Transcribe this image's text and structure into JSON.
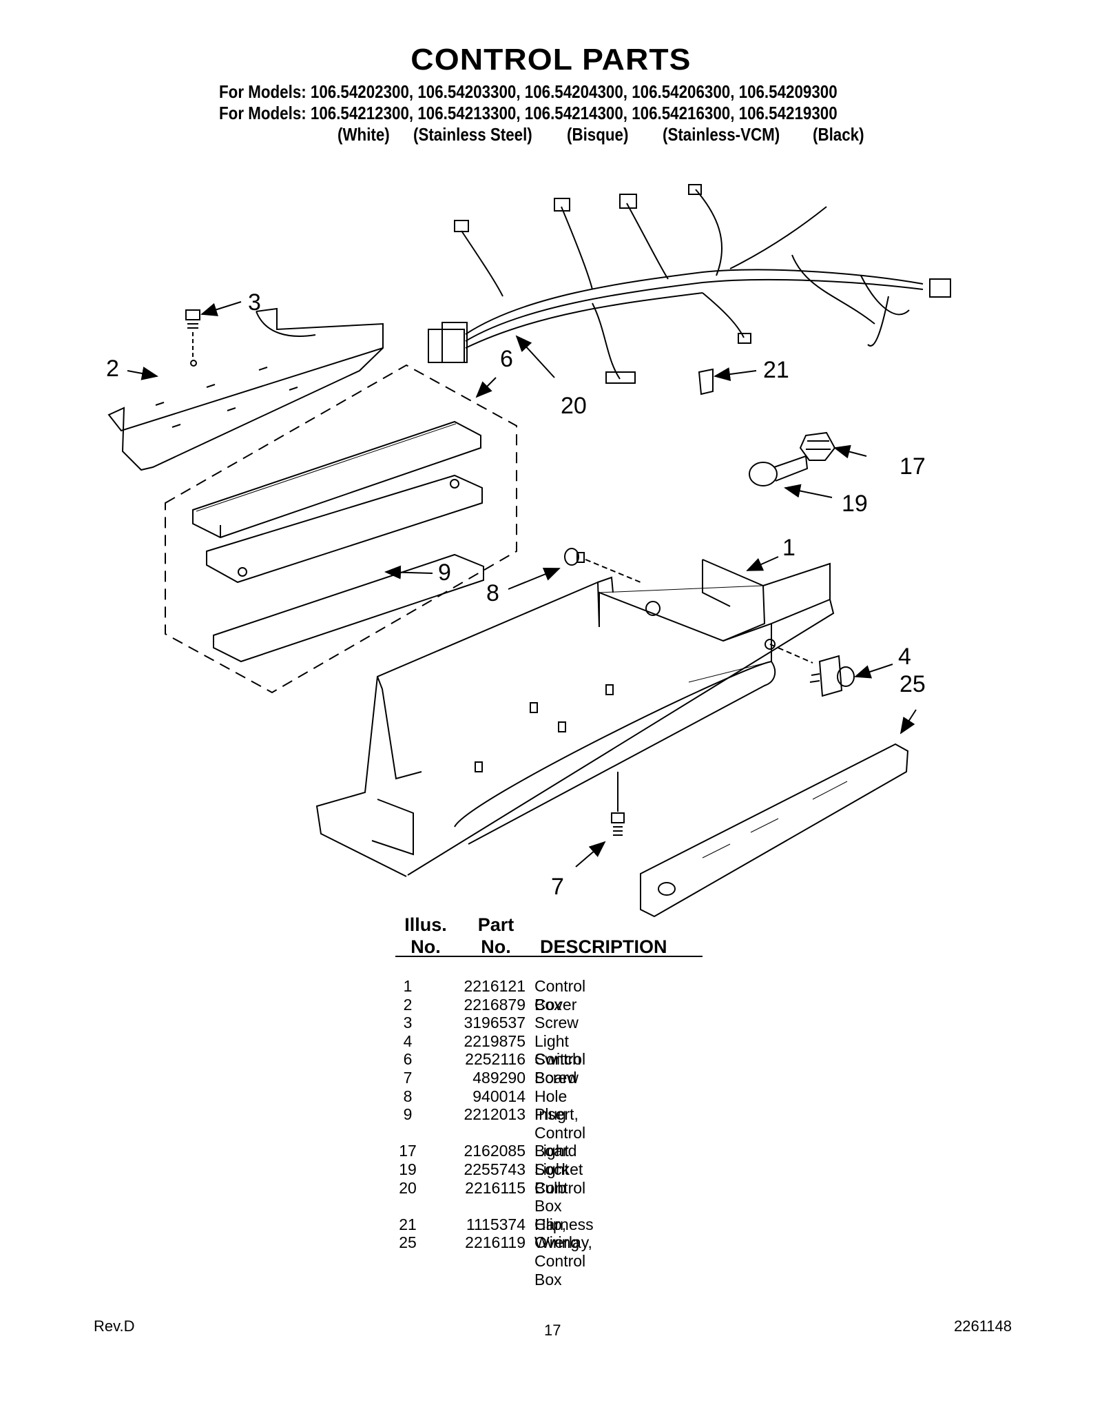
{
  "title": "CONTROL PARTS",
  "models": [
    "For Models: 106.54202300, 106.54203300, 106.54204300, 106.54206300, 106.54209300",
    "For Models: 106.54212300, 106.54213300, 106.54214300, 106.54216300, 106.54219300"
  ],
  "colors": [
    "(White)",
    "(Stainless Steel)",
    "(Bisque)",
    "(Stainless-VCM)",
    "(Black)"
  ],
  "callouts": [
    "3",
    "2",
    "6",
    "20",
    "21",
    "17",
    "19",
    "9",
    "1",
    "8",
    "4",
    "25",
    "7"
  ],
  "table": {
    "headers": {
      "illus_1": "Illus.",
      "illus_2": "No.",
      "part_1": "Part",
      "part_2": "No.",
      "desc": "DESCRIPTION"
    },
    "rows": [
      {
        "no": "1",
        "part": "2216121",
        "desc": "Control Box"
      },
      {
        "no": "2",
        "part": "2216879",
        "desc": "Cover"
      },
      {
        "no": "3",
        "part": "3196537",
        "desc": "Screw"
      },
      {
        "no": "4",
        "part": "2219875",
        "desc": "Light Switch"
      },
      {
        "no": "6",
        "part": "2252116",
        "desc": "Control Board"
      },
      {
        "no": "7",
        "part": "489290",
        "desc": "Screw"
      },
      {
        "no": "8",
        "part": "940014",
        "desc": "Hole Plug"
      },
      {
        "no": "9",
        "part": "2212013",
        "desc": "Insert, Control\nBoard"
      },
      {
        "no": "17",
        "part": "2162085",
        "desc": "Light Socket"
      },
      {
        "no": "19",
        "part": "2255743",
        "desc": "Light Bulb"
      },
      {
        "no": "20",
        "part": "2216115",
        "desc": "Control Box\nHarness"
      },
      {
        "no": "21",
        "part": "1115374",
        "desc": "Clip, Wiring"
      },
      {
        "no": "25",
        "part": "2216119",
        "desc": "Overlay,\nControl Box"
      }
    ]
  },
  "footer": {
    "left": "Rev.D",
    "center": "17",
    "right": "2261148"
  }
}
